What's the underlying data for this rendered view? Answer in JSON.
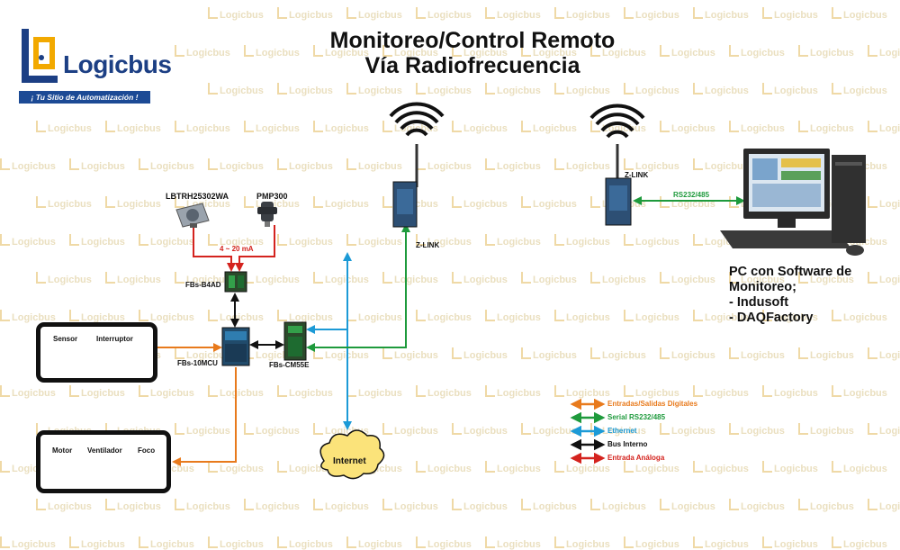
{
  "title": {
    "line1": "Monitoreo/Control Remoto",
    "line2": "Vía Radiofrecuencia"
  },
  "logo": {
    "name": "Logicbus",
    "tagline": "¡ Tu Sitio de Automatización !"
  },
  "watermark_text": "Logicbus",
  "devices": {
    "sensor_lbtrh": "LBTRH25302WA",
    "sensor_pmp": "PMP300",
    "analog_range": "4 ~ 20 mA",
    "module_b4ad": "FBs-B4AD",
    "module_10mcu": "FBs-10MCU",
    "module_cm55e": "FBs-CM55E",
    "zlink_1": "Z-LINK",
    "zlink_2": "Z-LINK",
    "serial_link": "RS232/485",
    "internet": "Internet"
  },
  "inputs_box": {
    "items": [
      "Sensor",
      "Interruptor"
    ]
  },
  "outputs_box": {
    "items": [
      "Motor",
      "Ventilador",
      "Foco"
    ]
  },
  "pc": {
    "line1": "PC con Software de",
    "line2": "Monitoreo;",
    "line3": "- Indusoft",
    "line4": "- DAQFactory"
  },
  "legend": [
    {
      "label": "Entradas/Salidas Digitales",
      "color": "#e87a1c"
    },
    {
      "label": "Serial RS232/485",
      "color": "#1e9a3c"
    },
    {
      "label": "Ethernet",
      "color": "#1c9ad6"
    },
    {
      "label": "Bus Interno",
      "color": "#111111"
    },
    {
      "label": "Entrada Análoga",
      "color": "#d4231e"
    }
  ],
  "colors": {
    "digital": "#e87a1c",
    "serial": "#1e9a3c",
    "ethernet": "#1c9ad6",
    "bus": "#111111",
    "analog": "#d4231e",
    "brand": "#1c3f84"
  }
}
